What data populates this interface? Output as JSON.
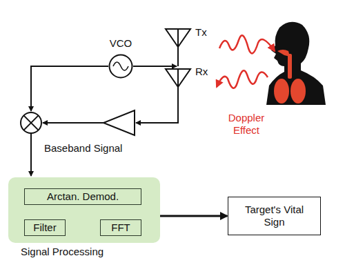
{
  "diagram": {
    "nodes": [
      {
        "text": [
          "VCO"
        ]
      },
      {
        "text": [
          "Signal Processing"
        ]
      },
      {
        "text": [
          "Arctan. Demod."
        ],
        "in": 1
      },
      {
        "text": [
          "Filter"
        ],
        "in": 1
      },
      {
        "text": [
          "FFT"
        ],
        "in": 1
      },
      {
        "text": [
          "Target's Vital Sign"
        ]
      }
    ],
    "edges": [
      {
        "from": 1,
        "to": 5,
        "arrow": "to"
      }
    ],
    "labels": [
      "Tx",
      "Rx",
      "Doppler Effect",
      "Baseband Signal"
    ]
  }
}
